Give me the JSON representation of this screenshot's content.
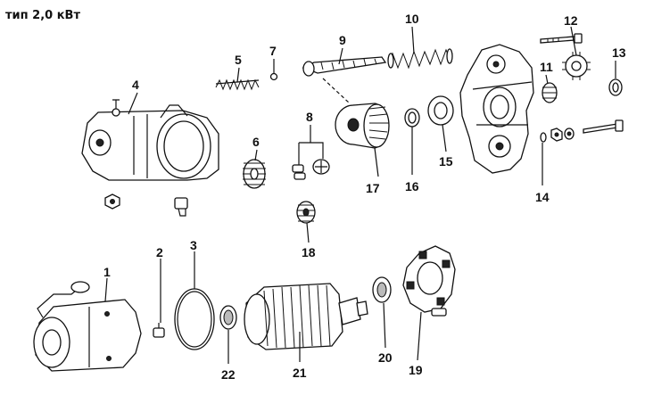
{
  "title": "тип 2,0 кВт",
  "callouts": {
    "c1": "1",
    "c2": "2",
    "c3": "3",
    "c4": "4",
    "c5": "5",
    "c6": "6",
    "c7": "7",
    "c8": "8",
    "c9": "9",
    "c10": "10",
    "c11": "11",
    "c12": "12",
    "c13": "13",
    "c14": "14",
    "c15": "15",
    "c16": "16",
    "c17": "17",
    "c18": "18",
    "c19": "19",
    "c20": "20",
    "c21": "21",
    "c22": "22"
  }
}
